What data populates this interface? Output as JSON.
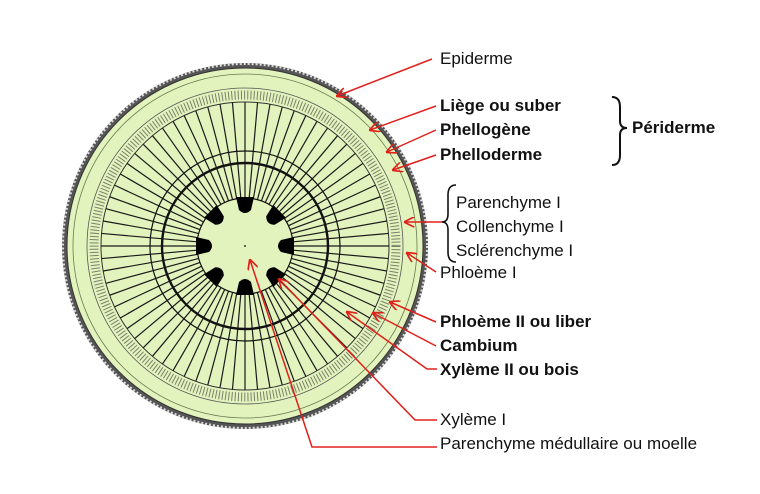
{
  "labels": {
    "epiderme": "Epiderme",
    "liege": "Liège ou suber",
    "phellogene": "Phellogène",
    "phelloderme": "Phelloderme",
    "periderme": "Périderme",
    "parenchyme1": "Parenchyme I",
    "collenchyme1": "Collenchyme I",
    "sclerenchyme1": "Sclérenchyme I",
    "phloeme1": "Phloème I",
    "phloeme2": "Phloème II ou liber",
    "cambium": "Cambium",
    "xyleme2": "Xylème II ou bois",
    "xyleme1": "Xylème I",
    "moelle": "Parenchyme médullaire ou moelle"
  },
  "colors": {
    "tissue": "#e3f3bd",
    "arrow": "#e0201b",
    "line": "#1a1a1a"
  },
  "xylem_bundles": 8,
  "rays": 72
}
